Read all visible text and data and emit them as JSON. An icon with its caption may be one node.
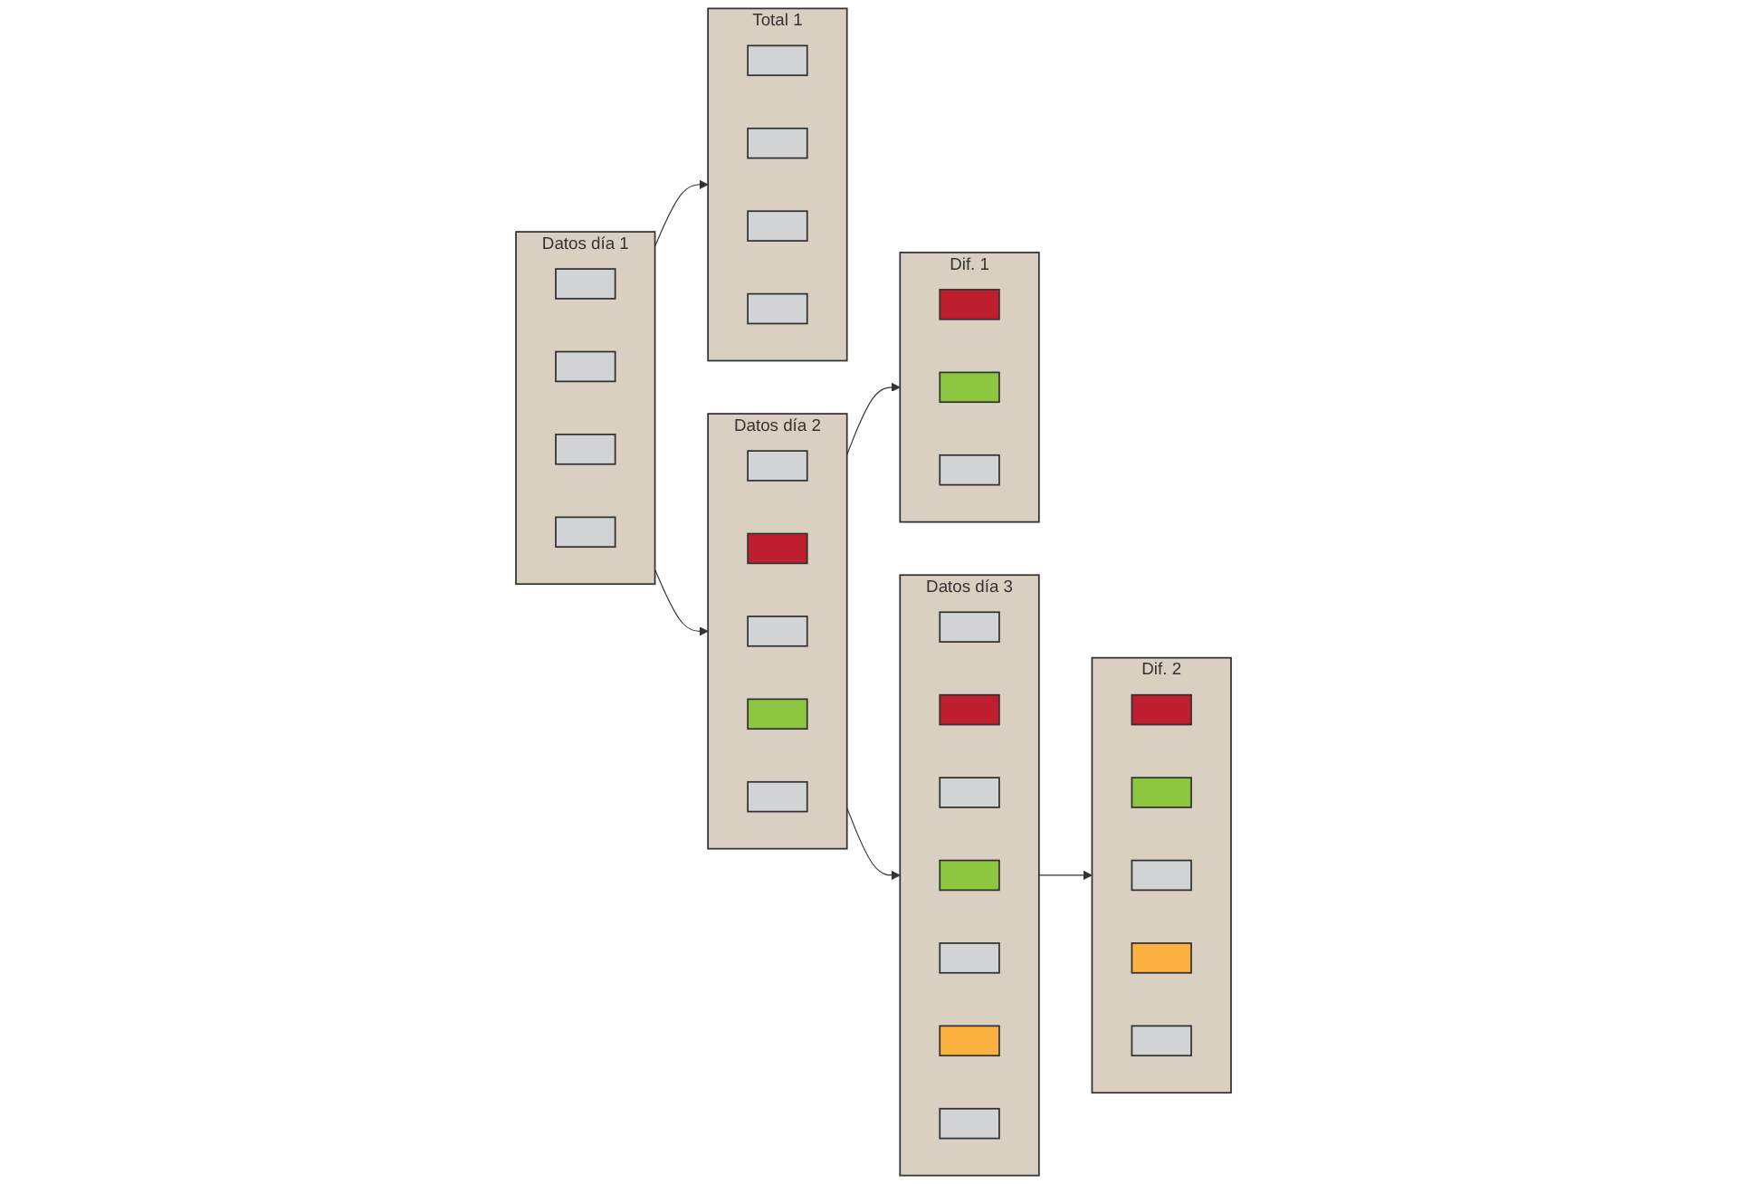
{
  "diagram": {
    "nodes": [
      {
        "text": [
          "Datos día 1"
        ]
      },
      {
        "text": [],
        "shape": "box",
        "in": 0
      },
      {
        "text": [],
        "shape": "box",
        "in": 0
      },
      {
        "text": [],
        "shape": "box",
        "in": 0
      },
      {
        "text": [],
        "shape": "box",
        "in": 0
      },
      {
        "text": [
          "Datos día 2"
        ]
      },
      {
        "text": [],
        "shape": "box",
        "in": 5
      },
      {
        "text": [],
        "shape": "box",
        "in": 5
      },
      {
        "text": [],
        "shape": "box",
        "in": 5
      },
      {
        "text": [],
        "shape": "box",
        "in": 5
      },
      {
        "text": [],
        "shape": "box",
        "in": 5
      },
      {
        "text": [
          "Datos día 3"
        ]
      },
      {
        "text": [],
        "shape": "box",
        "in": 11
      },
      {
        "text": [],
        "shape": "box",
        "in": 11
      },
      {
        "text": [],
        "shape": "box",
        "in": 11
      },
      {
        "text": [],
        "shape": "box",
        "in": 11
      },
      {
        "text": [],
        "shape": "box",
        "in": 11
      },
      {
        "text": [],
        "shape": "box",
        "in": 11
      },
      {
        "text": [],
        "shape": "box",
        "in": 11
      },
      {
        "text": [
          "Total 1"
        ]
      },
      {
        "text": [],
        "shape": "box",
        "in": 19
      },
      {
        "text": [],
        "shape": "box",
        "in": 19
      },
      {
        "text": [],
        "shape": "box",
        "in": 19
      },
      {
        "text": [],
        "shape": "box",
        "in": 19
      },
      {
        "text": [
          "Dif. 1"
        ]
      },
      {
        "text": [],
        "shape": "box",
        "in": 24
      },
      {
        "text": [],
        "shape": "box",
        "in": 24
      },
      {
        "text": [],
        "shape": "box",
        "in": 24
      },
      {
        "text": [
          "Dif. 2"
        ]
      },
      {
        "text": [],
        "shape": "box",
        "in": 28
      },
      {
        "text": [],
        "shape": "box",
        "in": 28
      },
      {
        "text": [],
        "shape": "box",
        "in": 28
      },
      {
        "text": [],
        "shape": "box",
        "in": 28
      },
      {
        "text": [],
        "shape": "box",
        "in": 28
      }
    ],
    "edges": [
      {
        "from": 0,
        "to": 5,
        "arrow": "to"
      },
      {
        "from": 5,
        "to": 11,
        "arrow": "to"
      },
      {
        "from": 0,
        "to": 19,
        "arrow": "to"
      },
      {
        "from": 5,
        "to": 24,
        "arrow": "to"
      },
      {
        "from": 11,
        "to": 28,
        "arrow": "to"
      }
    ]
  }
}
